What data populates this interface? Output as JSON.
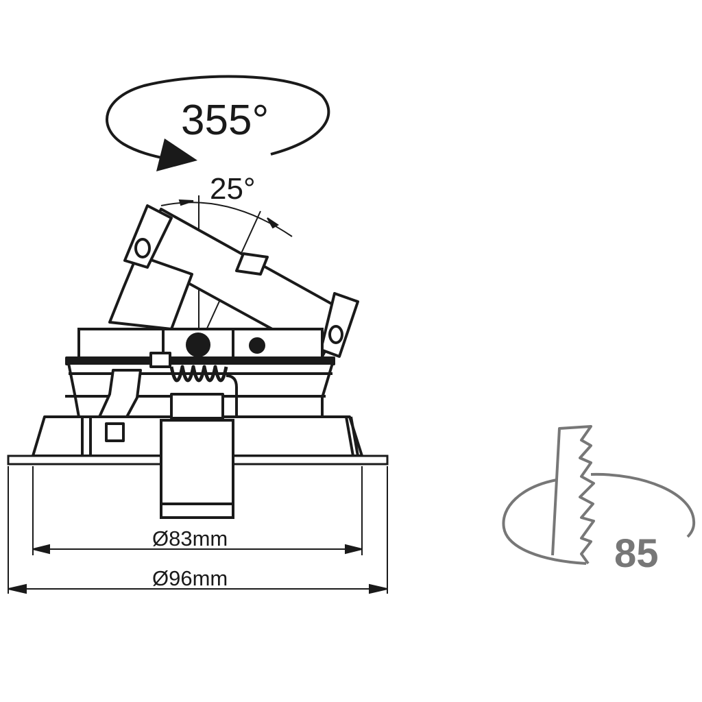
{
  "diagram": {
    "type": "technical drawing - adjustable recessed downlight",
    "rotation": {
      "label": "355°",
      "value": 355,
      "unit": "degree",
      "description": "horizontal rotation"
    },
    "tilt": {
      "label": "25°",
      "value": 25,
      "unit": "degree",
      "description": "tilt angle"
    },
    "dimensions": {
      "inner_diameter": {
        "label": "Ø83mm",
        "value": 83,
        "unit": "mm"
      },
      "outer_diameter": {
        "label": "Ø96mm",
        "value": 96,
        "unit": "mm"
      }
    },
    "cutout_icon": {
      "label": "85",
      "value": 85,
      "description": "cut-out size symbol"
    }
  },
  "colors": {
    "line": "#1a1a1a",
    "cutout_icon": "#777777",
    "background": "#ffffff"
  }
}
